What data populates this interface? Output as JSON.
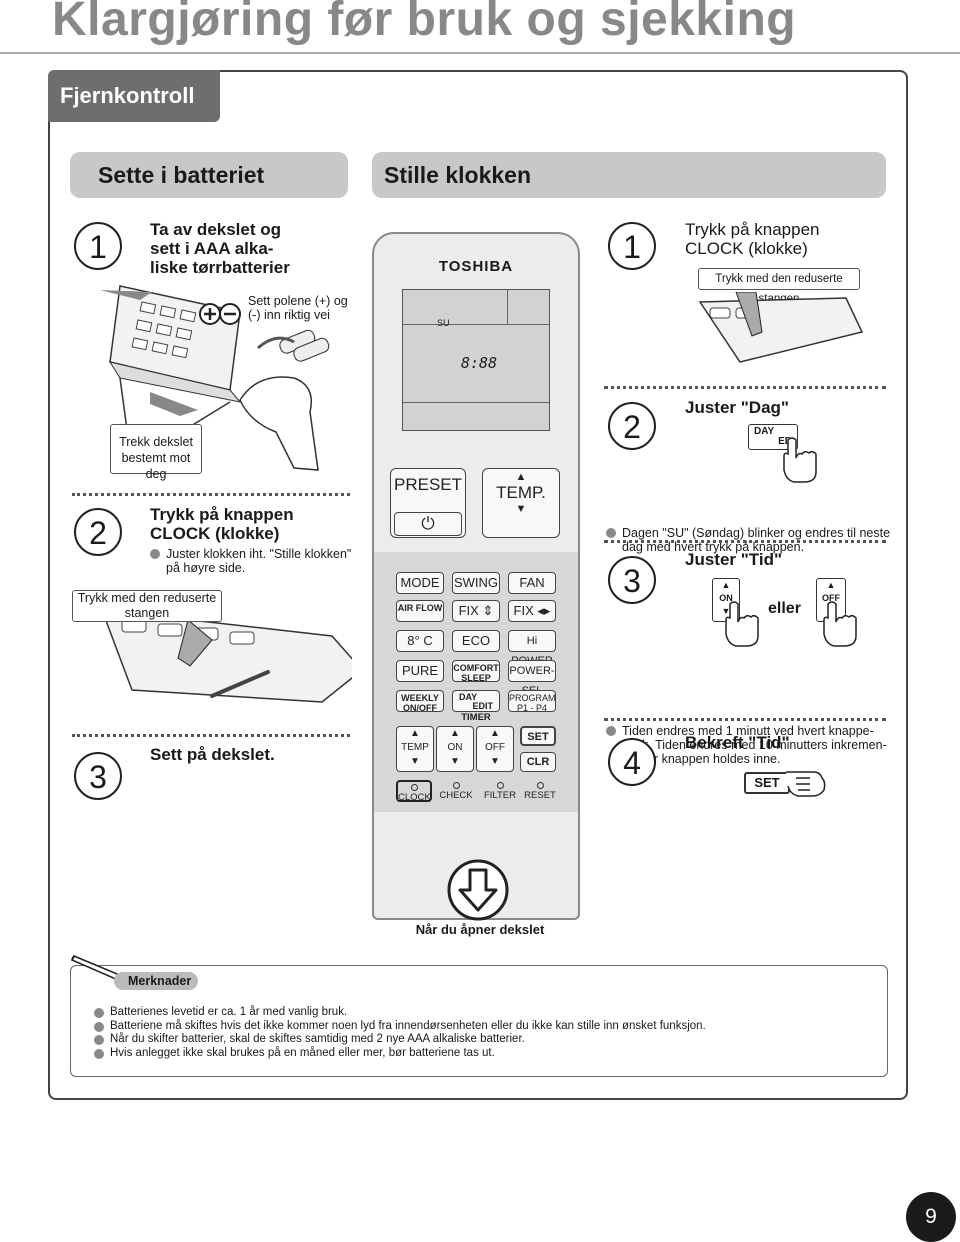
{
  "page": {
    "title": "Klargjøring før bruk og sjekking",
    "section": "Fjernkontroll",
    "page_number": "9"
  },
  "left": {
    "header": "Sette i batteriet",
    "step1": {
      "num": "1",
      "title": "Ta av dekslet og sett i AAA alka-liske tørrbatterier",
      "polarity": "Sett polene (+) og (-) inn riktig vei",
      "callout": "Trekk dekslet bestemt mot deg"
    },
    "step2": {
      "num": "2",
      "title": "Trykk på knappen CLOCK (klokke)",
      "note": "Juster klokken iht. \"Stille klokken\" på høyre side.",
      "callout": "Trykk med den reduserte stangen"
    },
    "step3": {
      "num": "3",
      "title": "Sett på dekslet."
    }
  },
  "right": {
    "header": "Stille klokken",
    "step1": {
      "num": "1",
      "title": "Trykk på knappen CLOCK (klokke)",
      "callout": "Trykk med den reduserte stangen"
    },
    "step2": {
      "num": "2",
      "title": "Juster \"Dag\"",
      "key_top": "DAY",
      "key_bottom": "ED",
      "note": "Dagen \"SU\" (Søndag) blinker og endres til neste dag med hvert trykk på knappen."
    },
    "step3": {
      "num": "3",
      "title": "Juster \"Tid\"",
      "on": "ON",
      "off": "OFF",
      "or": "eller",
      "note": "Tiden endres med 1 minutt ved hvert knappe-trykk. Tiden endres med 10 minutters inkremen-ter når knappen holdes inne."
    },
    "step4": {
      "num": "4",
      "title": "Bekreft \"Tid\"",
      "key": "SET"
    }
  },
  "remote": {
    "brand": "TOSHIBA",
    "display_day": "SU",
    "display_time": "8:88",
    "buttons": {
      "preset": "PRESET",
      "temp": "TEMP.",
      "mode": "MODE",
      "swing": "SWING",
      "fan": "FAN",
      "airflow": "AIR FLOW",
      "fix1": "FIX",
      "fix2": "FIX",
      "eightc": "8° C",
      "eco": "ECO",
      "hipower": "Hi POWER",
      "pure": "PURE",
      "comfort": "COMFORT SLEEP",
      "powersel": "POWER-SEL",
      "weekly": "WEEKLY ON/OFF",
      "day_edit_top": "DAY",
      "day_edit_bottom": "EDIT",
      "program": "PROGRAM P1 - P4",
      "timer": "TIMER",
      "t_temp": "TEMP",
      "t_on": "ON",
      "t_off": "OFF",
      "set": "SET",
      "clr": "CLR",
      "clock": "CLOCK",
      "check": "CHECK",
      "filter": "FILTER",
      "reset": "RESET"
    },
    "caption": "Når du åpner dekslet"
  },
  "notes": {
    "title": "Merknader",
    "items": [
      "Batterienes levetid er ca. 1 år med vanlig bruk.",
      "Batteriene må skiftes hvis det ikke kommer noen lyd fra innendørsenheten eller du ikke kan stille inn ønsket funksjon.",
      "Når du skifter batterier, skal de skiftes samtidig med 2 nye AAA alkaliske batterier.",
      "Hvis anlegget ikke skal brukes på en måned eller mer, bør batteriene tas ut."
    ]
  }
}
